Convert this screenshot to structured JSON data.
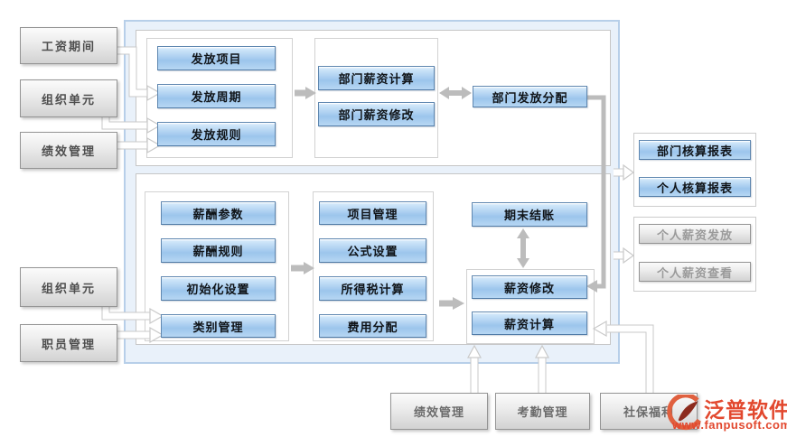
{
  "left_inputs": [
    "工资期间",
    "组织单元",
    "绩效管理",
    "组织单元",
    "职员管理"
  ],
  "top_section": {
    "issue_items": [
      "发放项目",
      "发放周期",
      "发放规则"
    ],
    "dept_items": [
      "部门薪资计算",
      "部门薪资修改"
    ],
    "allocation": "部门发放分配"
  },
  "bottom_section": {
    "config_items": [
      "薪酬参数",
      "薪酬规则",
      "初始化设置",
      "类别管理"
    ],
    "calc_items": [
      "项目管理",
      "公式设置",
      "所得税计算",
      "费用分配"
    ],
    "closing": "期末结账",
    "salary_items": [
      "薪资修改",
      "薪资计算"
    ]
  },
  "right_outputs": {
    "report_items": [
      "部门核算报表",
      "个人核算报表"
    ],
    "personal_items": [
      "个人薪资发放",
      "个人薪资查看"
    ]
  },
  "bottom_inputs": [
    "绩效管理",
    "考勤管理",
    "社保福利"
  ],
  "watermark": {
    "brand": "泛普软件",
    "site": "www.fanpusoft.com"
  },
  "colors": {
    "node_blue_border": "#5f87b0",
    "node_blue_fill": "#a9cdf0",
    "container_fill": "#e9f1fa",
    "container_border": "#b7cfe9",
    "panel_border": "#c6c6c6",
    "arrow_gray": "#bcbcbc",
    "arrow_white_outline": "#c9c9c9",
    "brand_red": "#e2482e"
  }
}
